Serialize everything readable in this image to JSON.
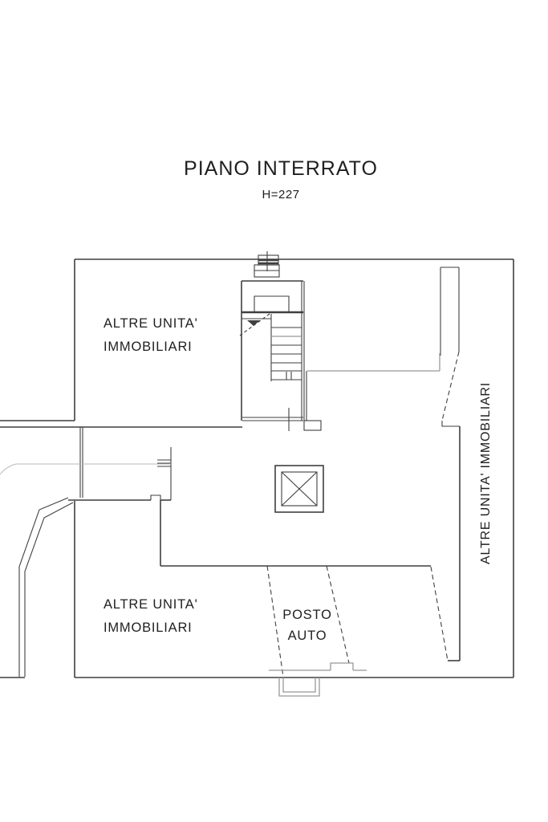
{
  "page": {
    "title": "PIANO INTERRATO",
    "subtitle": "H=227"
  },
  "floorplan": {
    "rooms": {
      "top_left": {
        "line1": "ALTRE UNITA'",
        "line2": "IMMOBILIARI"
      },
      "bottom_left": {
        "line1": "ALTRE UNITA'",
        "line2": "IMMOBILIARI"
      },
      "right_strip": {
        "label": "ALTRE UNITA' IMMOBILIARI"
      },
      "parking": {
        "line1": "POSTO",
        "line2": "AUTO"
      }
    },
    "colors": {
      "line": "#3f3f3f",
      "gray": "#989898",
      "faint": "#b9b9b9",
      "text": "#1f1f1f",
      "background": "#ffffff"
    }
  }
}
